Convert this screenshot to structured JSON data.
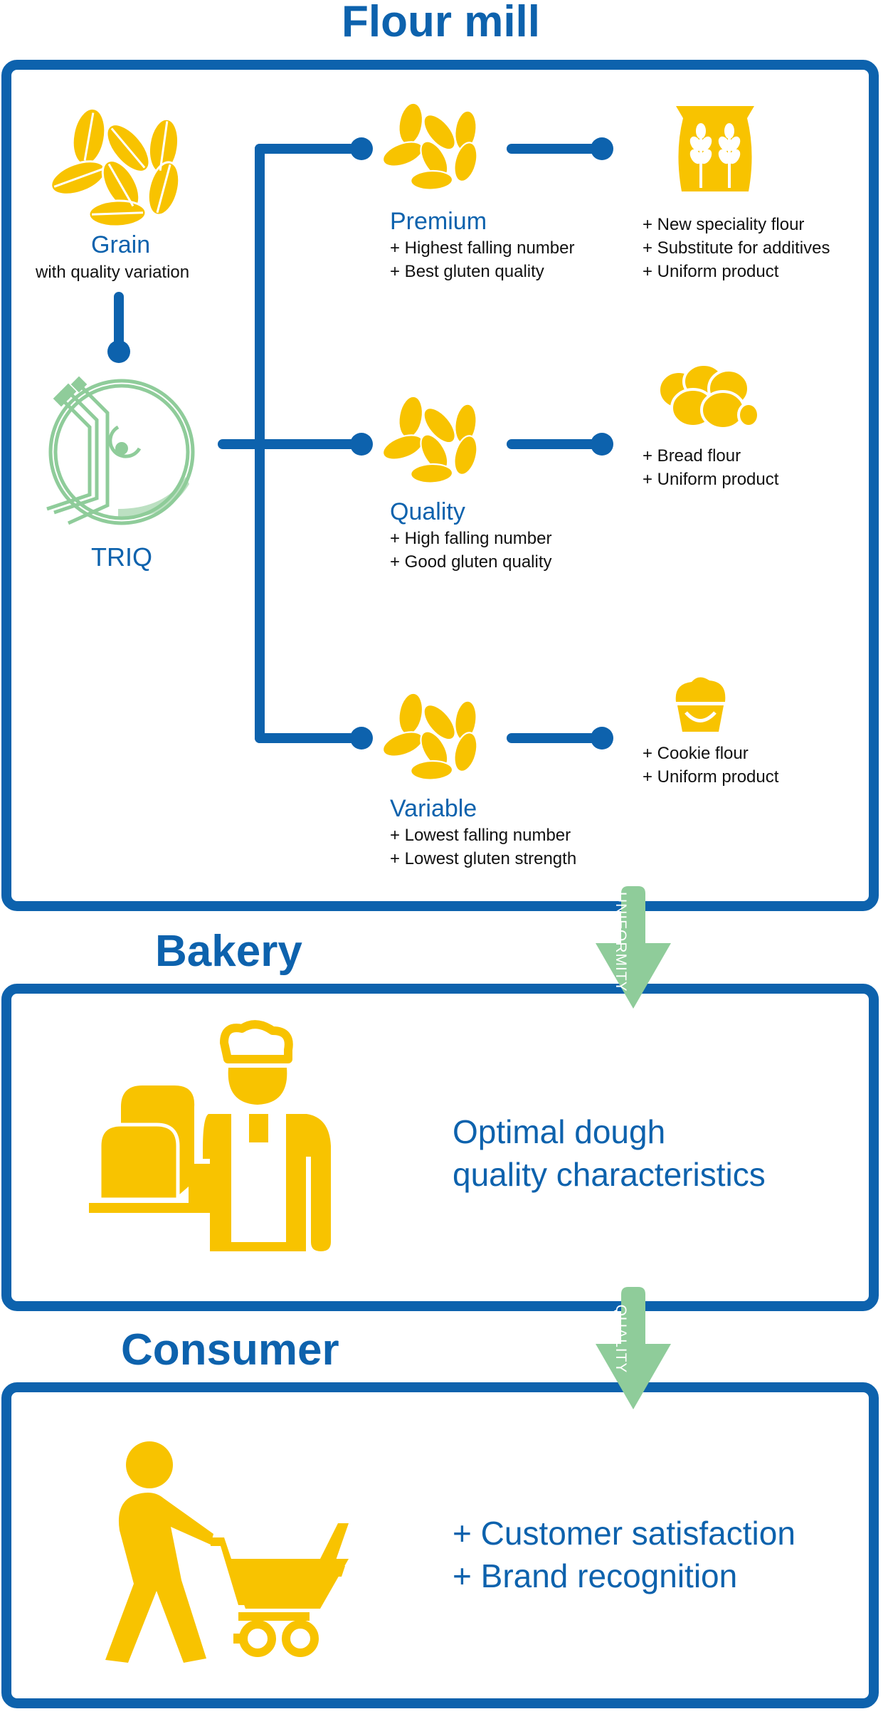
{
  "colors": {
    "blue": "#0d62ad",
    "yellow": "#f8c300",
    "green": "#8fcc9a",
    "triq_green": "#8fcc9a"
  },
  "flour_mill": {
    "title": "Flour mill",
    "grain": {
      "label": "Grain",
      "sub": "with quality variation"
    },
    "triq": {
      "label": "TRIQ"
    },
    "tiers": [
      {
        "name": "Premium",
        "props": [
          "+ Highest falling number",
          "+ Best gluten quality"
        ],
        "product_icon": "flour-sack-icon",
        "outcomes": [
          "+ New speciality flour",
          "+ Substitute for additives",
          "+ Uniform product"
        ]
      },
      {
        "name": "Quality",
        "props": [
          "+ High falling number",
          "+ Good gluten quality"
        ],
        "product_icon": "bread-loaf-icon",
        "outcomes": [
          "+ Bread flour",
          "+ Uniform product"
        ]
      },
      {
        "name": "Variable",
        "props": [
          "+ Lowest falling number",
          "+ Lowest gluten strength"
        ],
        "product_icon": "cupcake-icon",
        "outcomes": [
          "+ Cookie flour",
          "+ Uniform product"
        ]
      }
    ]
  },
  "arrows": {
    "first": "UNIFORMITY",
    "second": "QUALITY"
  },
  "bakery": {
    "title": "Bakery",
    "text_line1": "Optimal dough",
    "text_line2": "quality characteristics"
  },
  "consumer": {
    "title": "Consumer",
    "line1": "+ Customer satisfaction",
    "line2": "+ Brand recognition"
  }
}
